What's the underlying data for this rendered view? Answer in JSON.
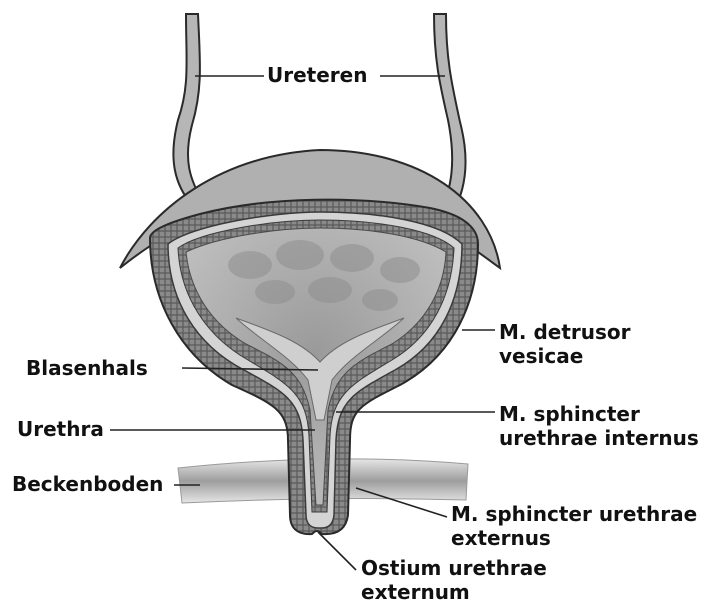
{
  "labels": {
    "ureteren": "Ureteren",
    "detrusor": [
      "M. detrusor",
      "vesicae"
    ],
    "blasenhals": "Blasenhals",
    "urethra": "Urethra",
    "sphincter_internus": [
      "M. sphincter",
      "urethrae internus"
    ],
    "beckenboden": "Beckenboden",
    "sphincter_externus": [
      "M. sphincter urethrae",
      "externus"
    ],
    "ostium": [
      "Ostium urethrae",
      "externum"
    ]
  },
  "colors": {
    "outline": "#2a2a2a",
    "muscle_wall": "#7d7d7d",
    "bladder_fill": "#a9a9a9",
    "mucosa": "#d4d4d4",
    "pelvic_floor": "#bdbdbd",
    "leader_line": "#222222"
  }
}
